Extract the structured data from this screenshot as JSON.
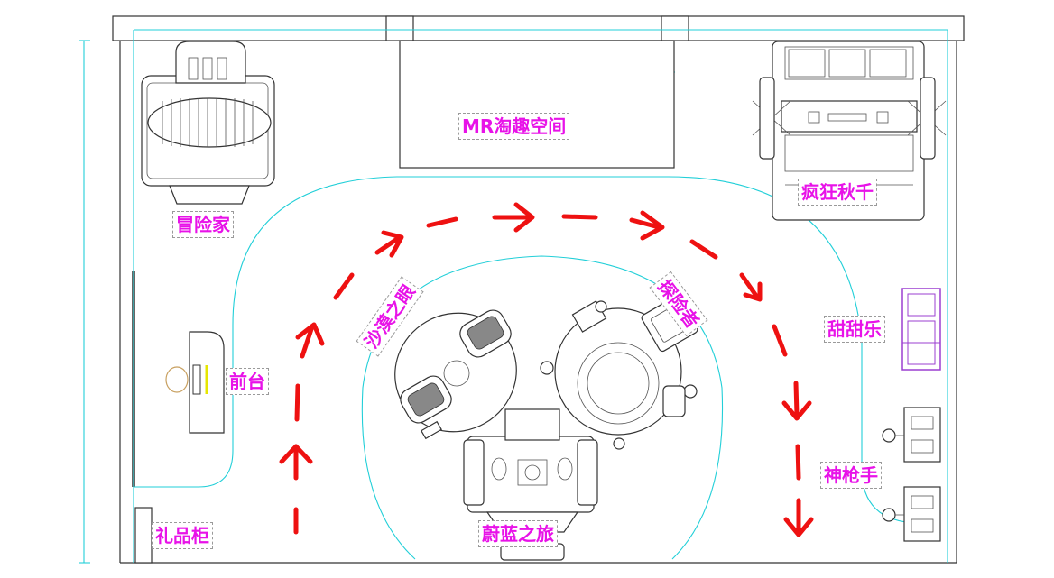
{
  "colors": {
    "label_text": "#e812e8",
    "flow_arrows": "#ee1111",
    "guide_lines": "#22cfd8",
    "walls": "#333333",
    "accent_purple": "#9b3fd0",
    "accent_yellow": "#e6e600"
  },
  "zones": {
    "mr_space": "MR淘趣空间",
    "adventurer": "冒险家",
    "crazy_swing": "疯狂秋千",
    "desert_eye": "沙漠之眼",
    "explorer": "探险者",
    "sweet_joy": "甜甜乐",
    "front_desk": "前台",
    "blue_journey": "蔚蓝之旅",
    "gunner": "神枪手",
    "gift_cabinet": "礼品柜"
  }
}
